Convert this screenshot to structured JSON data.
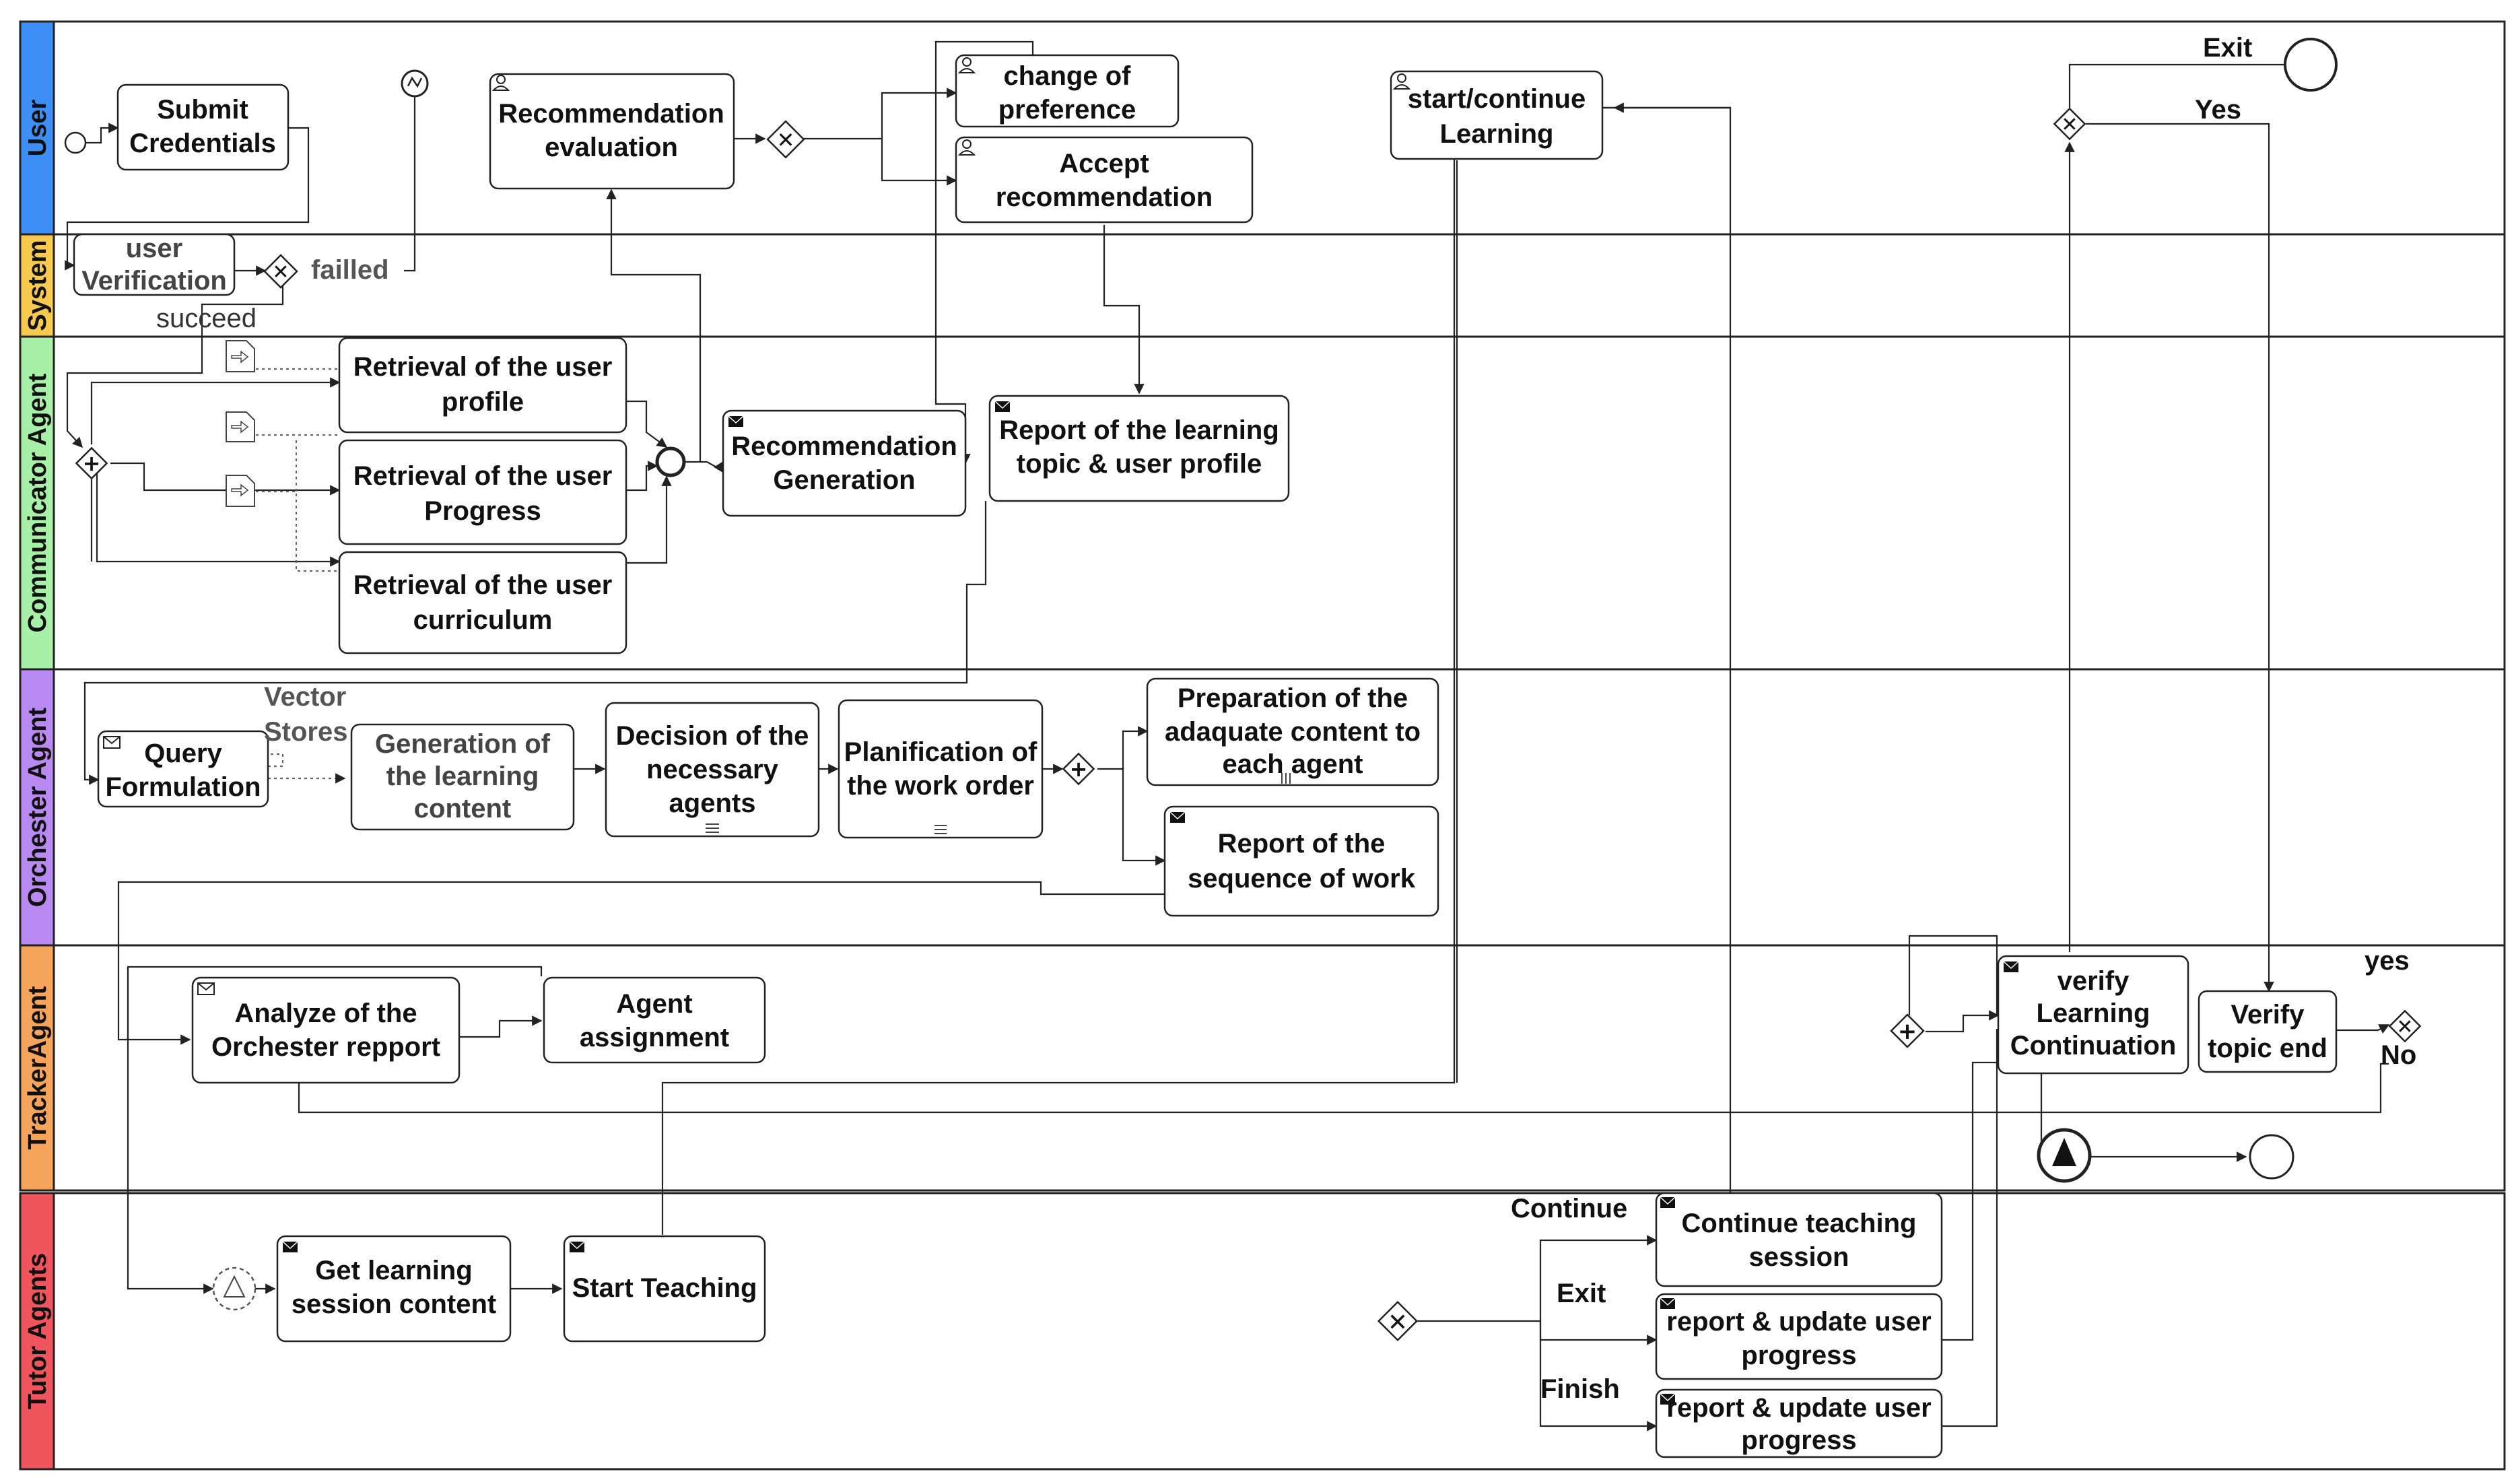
{
  "lanes": [
    {
      "label": "User",
      "color": "#3e8ff5"
    },
    {
      "label": "System",
      "color": "#f7c94f"
    },
    {
      "label": "Communicator Agent",
      "color": "#a8f0a8"
    },
    {
      "label": "Orchester Agent",
      "color": "#b889f0"
    },
    {
      "label": "TrackerAgent",
      "color": "#f5a45c"
    },
    {
      "label": "Tutor Agents",
      "color": "#f0545c"
    }
  ],
  "tasks": {
    "submit_credentials": [
      "Submit",
      "Credentials"
    ],
    "recommendation_evaluation": [
      "Recommendation",
      "evaluation"
    ],
    "change_of_preference": [
      "change of",
      "preference"
    ],
    "accept_recommendation": [
      "Accept",
      "recommendation"
    ],
    "start_continue_learning": [
      "start/continue",
      "Learning"
    ],
    "user_verification": [
      "user",
      "Verification"
    ],
    "retrieval_profile": [
      "Retrieval of the user",
      "profile"
    ],
    "retrieval_progress": [
      "Retrieval of the user",
      "Progress"
    ],
    "retrieval_curriculum": [
      "Retrieval of the user",
      "curriculum"
    ],
    "recommendation_generation": [
      "Recommendation",
      "Generation"
    ],
    "report_learning_topic": [
      "Report of the learning",
      "topic & user profile"
    ],
    "query_formulation": [
      "Query",
      "Formulation"
    ],
    "generation_learning_content": [
      "Generation of",
      "the learning",
      "content"
    ],
    "decision_agents": [
      "Decision of the",
      "necessary",
      "agents"
    ],
    "planification_work_order": [
      "Planification of",
      "the work order"
    ],
    "preparation_content": [
      "Preparation of the",
      "adaquate content to",
      "each agent"
    ],
    "report_sequence_work": [
      "Report of the",
      "sequence of work"
    ],
    "analyze_orchester_report": [
      "Analyze of the",
      "Orchester repport"
    ],
    "agent_assignment": [
      "Agent",
      "assignment"
    ],
    "verify_learning_continuation": [
      "verify",
      "Learning",
      "Continuation"
    ],
    "verify_topic_end": [
      "Verify",
      "topic end"
    ],
    "get_learning_session_content": [
      "Get learning",
      "session content"
    ],
    "start_teaching": [
      "Start Teaching"
    ],
    "continue_teaching_session": [
      "Continue teaching",
      "session"
    ],
    "report_update_progress_1": [
      "report & update user",
      "progress"
    ],
    "report_update_progress_2": [
      "report & update user",
      "progress"
    ]
  },
  "labels": {
    "failed": "failled",
    "succeed": "succeed",
    "exit_top": "Exit",
    "yes_top": "Yes",
    "vector_stores": [
      "Vector",
      "Stores"
    ],
    "yes_tracker": "yes",
    "no_tracker": "No",
    "continue": "Continue",
    "exit_tutor": "Exit",
    "finish": "Finish"
  }
}
